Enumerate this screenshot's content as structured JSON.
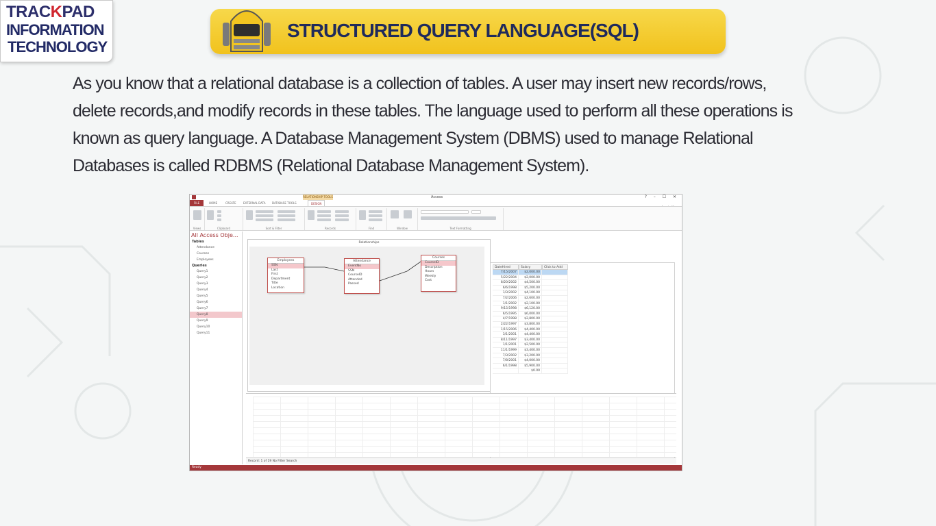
{
  "logo": {
    "line1_a": "TRAC",
    "line1_b": "K",
    "line1_c": "PAD",
    "line2": "INFORMATION",
    "line3": "TECHNOLOGY"
  },
  "banner": {
    "title": "STRUCTURED QUERY LANGUAGE(SQL)"
  },
  "paragraph": {
    "lines": [
      "As you know that a relational database is a collection of tables. A user may insert new records/rows,",
      "delete records,and modify records in these tables. The language used to perform all these operations is",
      "known as query language. A Database Management System (DBMS) used to manage Relational",
      "Databases is called RDBMS (Relational Database Management System)."
    ]
  },
  "access": {
    "app_title": "Access",
    "context_tab": "RELATIONSHIP TOOLS",
    "window_buttons": "? – ☐ ✕",
    "user": "Angela Mano",
    "tabs": [
      "FILE",
      "HOME",
      "CREATE",
      "EXTERNAL DATA",
      "DATABASE TOOLS",
      "DESIGN"
    ],
    "ribbon_groups": [
      "Views",
      "Clipboard",
      "Sort & Filter",
      "Records",
      "Find",
      "Window",
      "Text Formatting"
    ],
    "nav": {
      "title": "All Access Obje...",
      "sections": [
        {
          "label": "Tables",
          "items": [
            "Attendance",
            "Courses",
            "Employees"
          ]
        },
        {
          "label": "Queries",
          "items": [
            "Query1",
            "Query2",
            "Query3",
            "Query4",
            "Query5",
            "Query6",
            "Query7",
            "Query8",
            "Query9",
            "Query10",
            "Query11"
          ]
        }
      ],
      "selected": "Query8"
    },
    "relationships": {
      "title": "Relationships",
      "tables": [
        {
          "name": "Employees",
          "fields": [
            "SSN",
            "Last",
            "First",
            "Department",
            "Title",
            "Location"
          ]
        },
        {
          "name": "Attendance",
          "fields": [
            "EventNo",
            "SSN",
            "CourseID",
            "Attended",
            "Passed"
          ]
        },
        {
          "name": "Courses",
          "fields": [
            "CourseID",
            "Description",
            "Hours",
            "Weekly",
            "Cost"
          ]
        }
      ]
    },
    "datasheet": {
      "columns": [
        "DateHired",
        "Salary",
        "Click to Add"
      ],
      "rows": [
        [
          "7/15/2007",
          "$2,000.00"
        ],
        [
          "5/22/2004",
          "$2,000.00"
        ],
        [
          "8/20/2002",
          "$4,500.00"
        ],
        [
          "6/6/1998",
          "$5,200.00"
        ],
        [
          "1/3/2002",
          "$4,100.00"
        ],
        [
          "7/2/2006",
          "$2,600.00"
        ],
        [
          "1/1/2002",
          "$2,100.00"
        ],
        [
          "9/15/1998",
          "$6,120.00"
        ],
        [
          "6/5/1995",
          "$6,000.00"
        ],
        [
          "4/7/1998",
          "$2,800.00"
        ],
        [
          "2/22/1997",
          "$3,800.00"
        ],
        [
          "1/15/2006",
          "$4,400.00"
        ],
        [
          "3/1/2001",
          "$4,400.00"
        ],
        [
          "8/11/1997",
          "$3,400.00"
        ],
        [
          "1/1/2001",
          "$2,500.00"
        ],
        [
          "11/1/1999",
          "$3,400.00"
        ],
        [
          "7/3/2002",
          "$3,200.00"
        ],
        [
          "7/8/2001",
          "$4,000.00"
        ],
        [
          "6/1/1998",
          "$5,900.00"
        ],
        [
          "",
          "$0.00"
        ]
      ]
    },
    "record_nav": "Record: 1 of 19   No Filter   Search",
    "status": "Ready"
  },
  "colors": {
    "banner": "#f1c21d",
    "title_text": "#1f2a5c",
    "access_accent": "#a4373a"
  }
}
